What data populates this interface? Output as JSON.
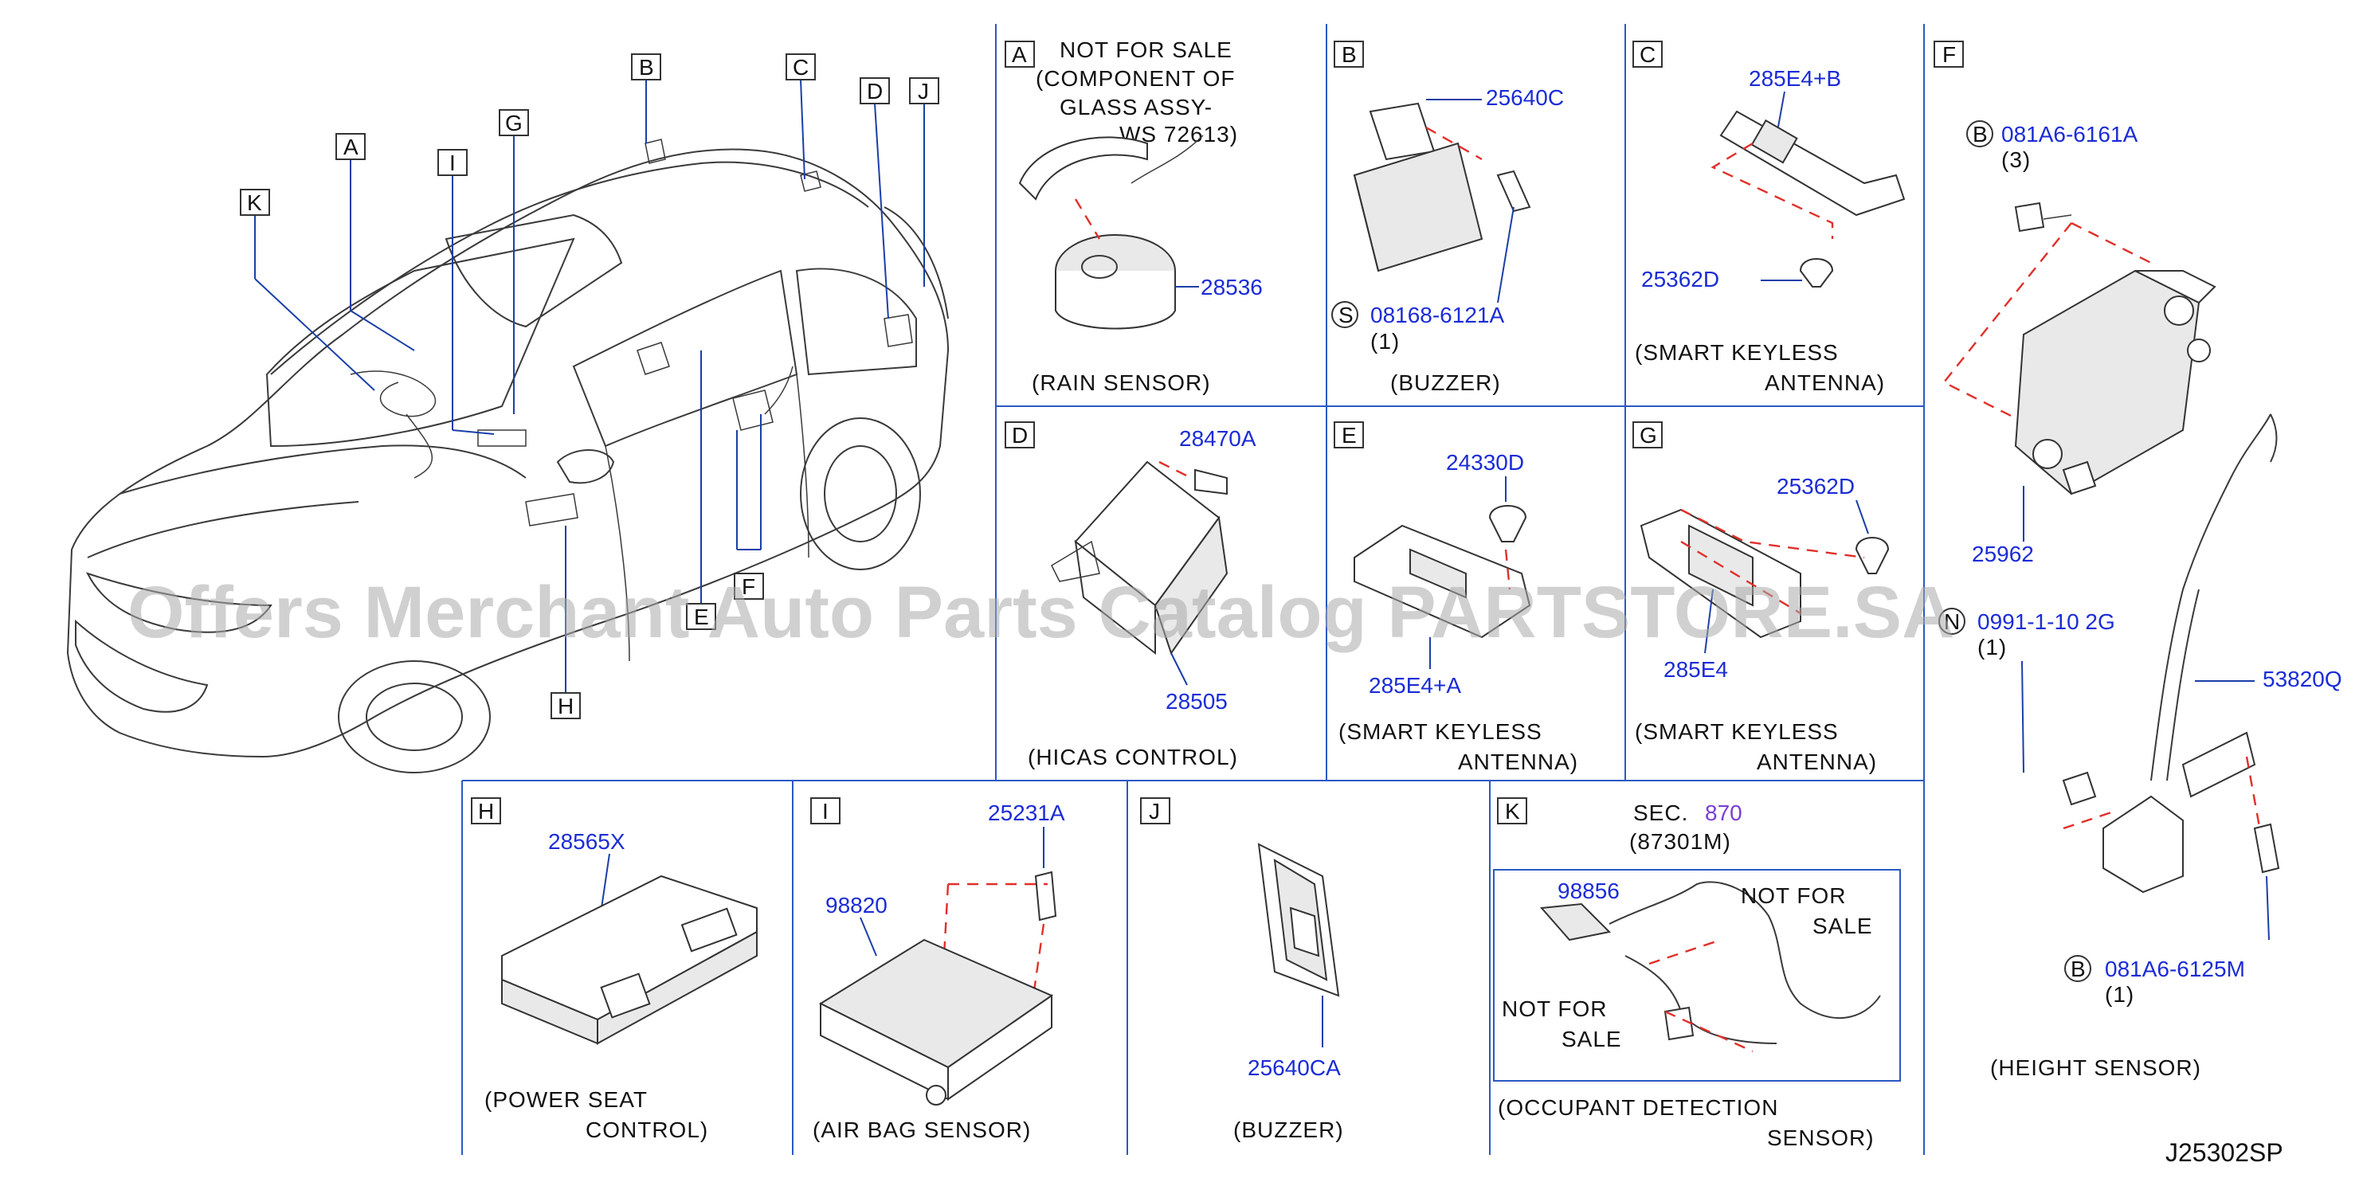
{
  "watermark": "Offers Merchant Auto Parts Catalog PARTSTORE.SA",
  "diagram_code": "J25302SP",
  "overview_callouts": [
    "A",
    "B",
    "C",
    "D",
    "E",
    "F",
    "G",
    "H",
    "I",
    "J",
    "K"
  ],
  "panels": {
    "A": {
      "letter": "A",
      "note_lines": [
        "NOT FOR SALE",
        "(COMPONENT OF",
        "GLASS ASSY-",
        "WS 72613)"
      ],
      "part": "28536",
      "caption": "(RAIN SENSOR)"
    },
    "B": {
      "letter": "B",
      "part": "25640C",
      "screw_prefix": "S",
      "screw": "08168-6121A",
      "qty": "(1)",
      "caption": "(BUZZER)"
    },
    "C": {
      "letter": "C",
      "part1": "285E4+B",
      "part2": "25362D",
      "caption_l1": "(SMART KEYLESS",
      "caption_l2": "ANTENNA)"
    },
    "D": {
      "letter": "D",
      "part1": "28470A",
      "part2": "28505",
      "caption": "(HICAS CONTROL)"
    },
    "E": {
      "letter": "E",
      "part1": "24330D",
      "part2": "285E4+A",
      "caption_l1": "(SMART KEYLESS",
      "caption_l2": "ANTENNA)"
    },
    "G": {
      "letter": "G",
      "part1": "25362D",
      "part2": "285E4",
      "caption_l1": "(SMART KEYLESS",
      "caption_l2": "ANTENNA)"
    },
    "F": {
      "letter": "F",
      "bolt1_prefix": "B",
      "bolt1": "081A6-6161A",
      "bolt1_qty": "(3)",
      "part1": "25962",
      "nut_prefix": "N",
      "nut": "0991-1-10 2G",
      "nut_qty": "(1)",
      "part2": "53820Q",
      "bolt2_prefix": "B",
      "bolt2": "081A6-6125M",
      "bolt2_qty": "(1)",
      "caption": "(HEIGHT SENSOR)"
    },
    "H": {
      "letter": "H",
      "part": "28565X",
      "caption_l1": "(POWER SEAT",
      "caption_l2": "CONTROL)"
    },
    "I": {
      "letter": "I",
      "part1": "25231A",
      "part2": "98820",
      "caption": "(AIR BAG SENSOR)"
    },
    "J": {
      "letter": "J",
      "part": "25640CA",
      "caption": "(BUZZER)"
    },
    "K": {
      "letter": "K",
      "sec_label": "SEC.",
      "sec_num": "870",
      "sec_ref": "(87301M)",
      "part": "98856",
      "nfs1_l1": "NOT FOR",
      "nfs1_l2": "SALE",
      "nfs2_l1": "NOT FOR",
      "nfs2_l2": "SALE",
      "caption_l1": "(OCCUPANT DETECTION",
      "caption_l2": "SENSOR)"
    }
  }
}
